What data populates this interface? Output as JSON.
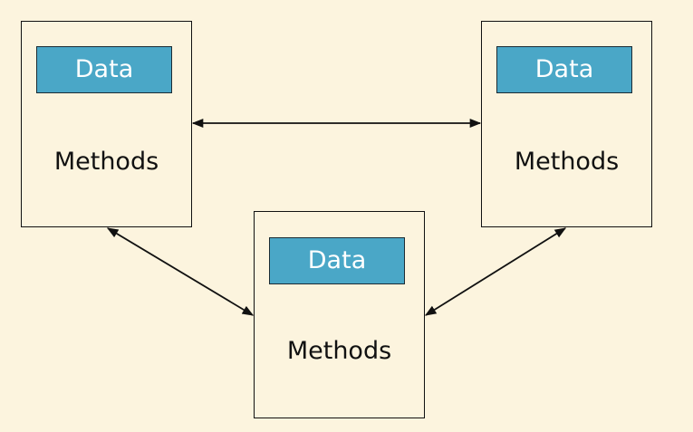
{
  "diagram": {
    "nodes": [
      {
        "id": "left",
        "data_label": "Data",
        "methods_label": "Methods"
      },
      {
        "id": "right",
        "data_label": "Data",
        "methods_label": "Methods"
      },
      {
        "id": "bottom",
        "data_label": "Data",
        "methods_label": "Methods"
      }
    ],
    "edges": [
      {
        "from": "left",
        "to": "right",
        "direction": "both"
      },
      {
        "from": "left",
        "to": "bottom",
        "direction": "both"
      },
      {
        "from": "right",
        "to": "bottom",
        "direction": "both"
      }
    ]
  },
  "colors": {
    "background": "#fcf4de",
    "data_fill": "#4aa7c7",
    "data_text": "#ffffff",
    "line": "#111111"
  }
}
